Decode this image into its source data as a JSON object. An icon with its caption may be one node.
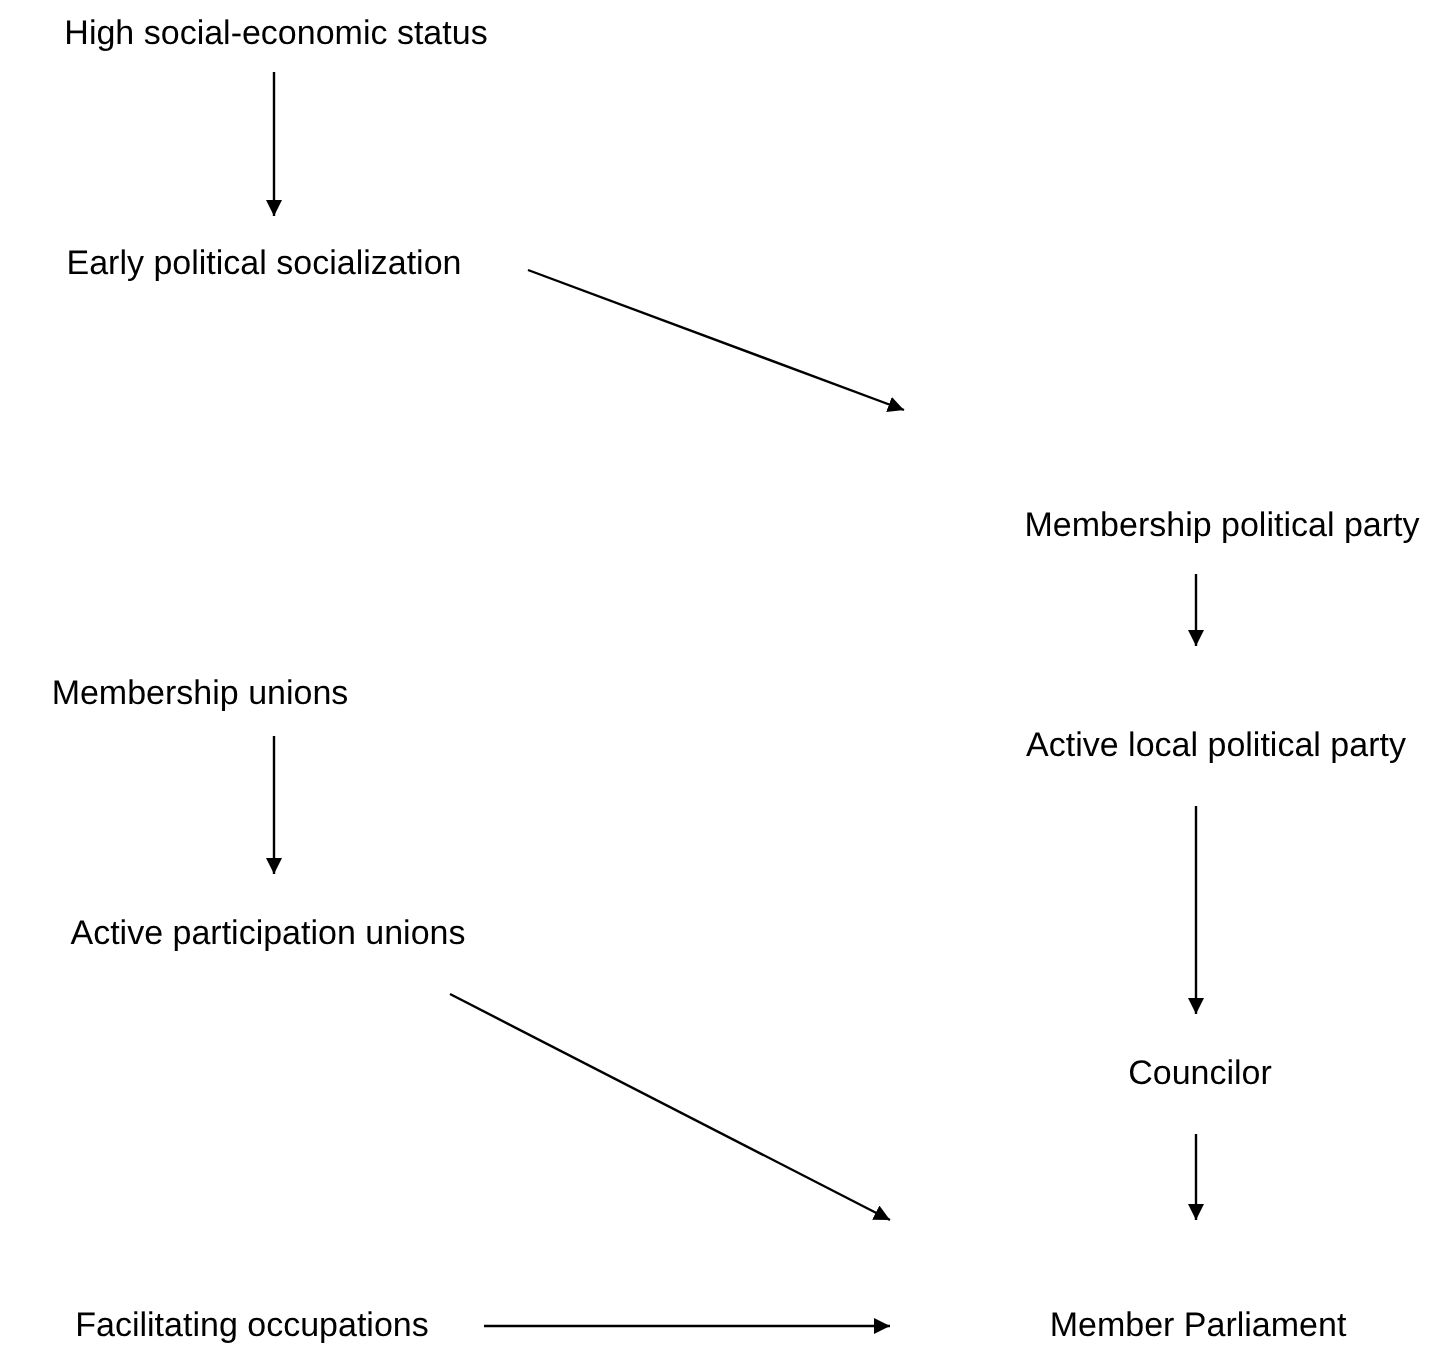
{
  "diagram": {
    "nodes": [
      {
        "text": [
          "High social-economic status"
        ]
      },
      {
        "text": [
          "Early political socialization"
        ]
      },
      {
        "text": [
          "Membership political party"
        ]
      },
      {
        "text": [
          "Active local political party"
        ]
      },
      {
        "text": [
          "Membership unions"
        ]
      },
      {
        "text": [
          "Active participation unions"
        ]
      },
      {
        "text": [
          "Councilor"
        ]
      },
      {
        "text": [
          "Facilitating occupations"
        ]
      },
      {
        "text": [
          "Member Parliament"
        ]
      }
    ],
    "edges": [
      {
        "from": 0,
        "to": 1,
        "arrow": "to"
      },
      {
        "from": 1,
        "to": 2,
        "arrow": "to"
      },
      {
        "from": 2,
        "to": 3,
        "arrow": "to"
      },
      {
        "from": 3,
        "to": 6,
        "arrow": "to"
      },
      {
        "from": 4,
        "to": 5,
        "arrow": "to"
      },
      {
        "from": 5,
        "to": 8,
        "arrow": "to"
      },
      {
        "from": 6,
        "to": 8,
        "arrow": "to"
      },
      {
        "from": 7,
        "to": 8,
        "arrow": "to"
      }
    ]
  }
}
